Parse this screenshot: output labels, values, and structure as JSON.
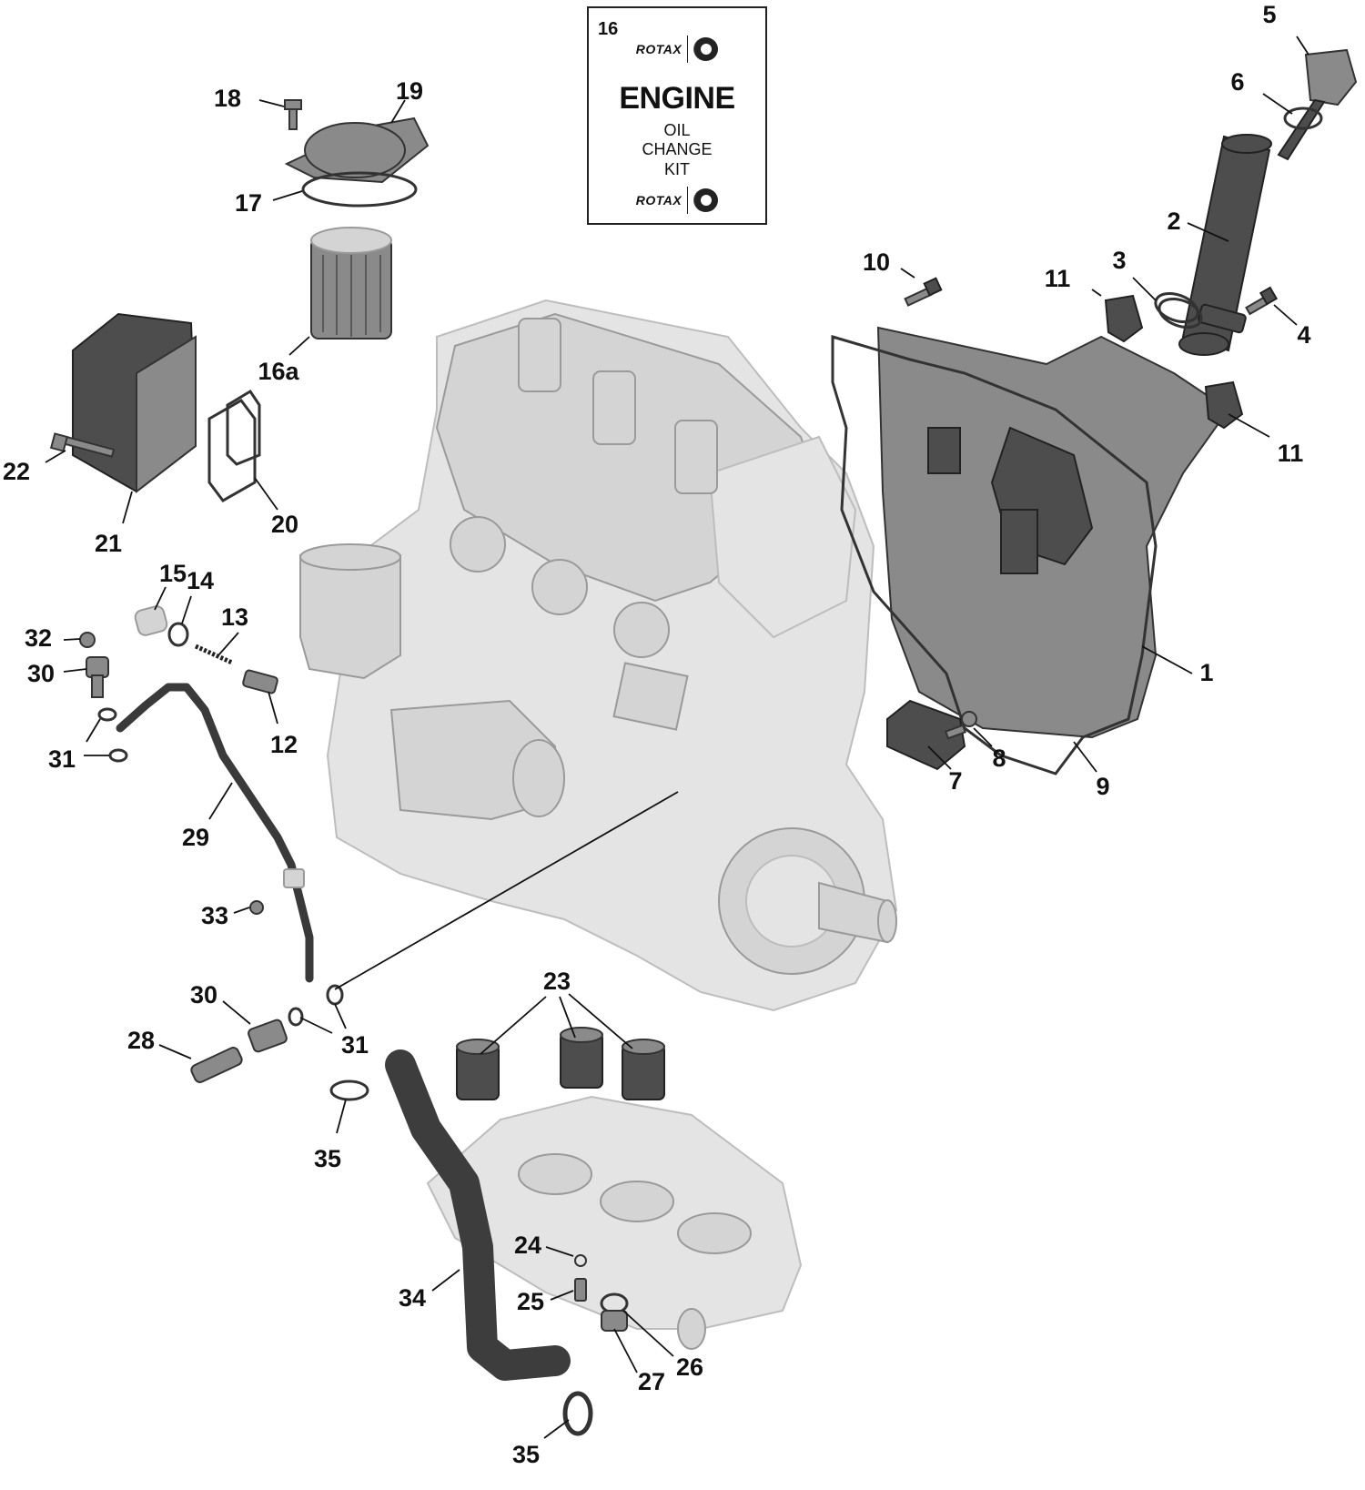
{
  "kit": {
    "number": "16",
    "brand": "ROTAX",
    "title": "ENGINE",
    "lines": [
      "OIL",
      "CHANGE",
      "KIT"
    ],
    "logo_icon": "brp-logo-icon"
  },
  "callouts": {
    "c1": "1",
    "c2": "2",
    "c3": "3",
    "c4": "4",
    "c5": "5",
    "c6": "6",
    "c7": "7",
    "c8": "8",
    "c9": "9",
    "c10": "10",
    "c11a": "11",
    "c11b": "11",
    "c12": "12",
    "c13": "13",
    "c14": "14",
    "c15": "15",
    "c16a": "16a",
    "c17": "17",
    "c18": "18",
    "c19": "19",
    "c20": "20",
    "c21": "21",
    "c22": "22",
    "c23": "23",
    "c24": "24",
    "c25": "25",
    "c26": "26",
    "c27": "27",
    "c28": "28",
    "c29": "29",
    "c30a": "30",
    "c30b": "30",
    "c31a": "31",
    "c31b": "31",
    "c32": "32",
    "c33": "33",
    "c34": "34",
    "c35a": "35",
    "c35b": "35"
  },
  "colors": {
    "engine_ghost": "#e4e4e4",
    "part_dark": "#4d4d4d",
    "part_mid": "#8a8a8a",
    "line": "#111111"
  }
}
